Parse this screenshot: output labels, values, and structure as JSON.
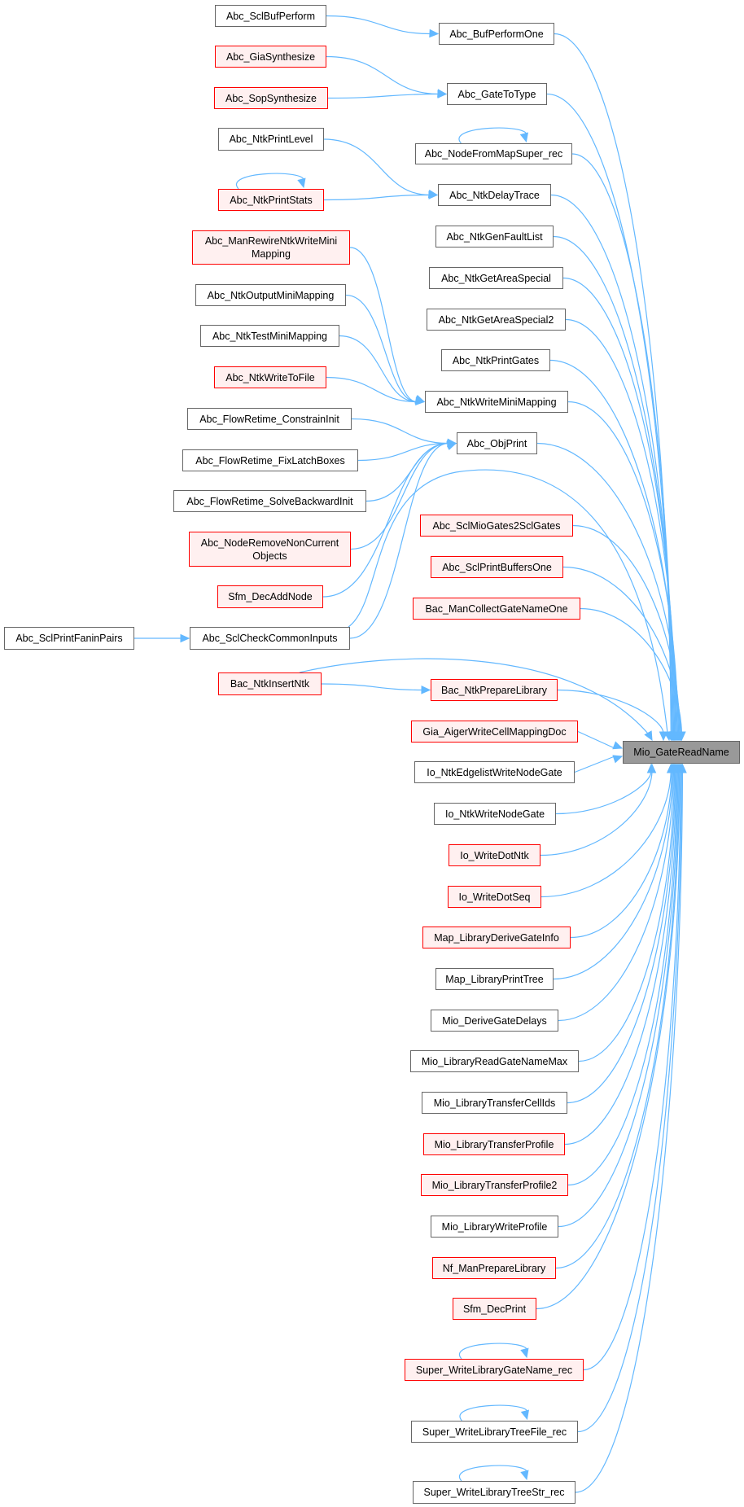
{
  "diagram": {
    "type": "caller-graph",
    "target": "mio_gatereadname",
    "colors": {
      "edge": "#63b8ff",
      "target_fill": "#999999",
      "incomplete_border": "#ff0000",
      "incomplete_fill": "#fff0f0",
      "node_border": "#666666"
    },
    "nodes": [
      {
        "id": "abc_sclbufperform",
        "label": "Abc_SclBufPerform",
        "style": "normal"
      },
      {
        "id": "abc_giasynthesize",
        "label": "Abc_GiaSynthesize",
        "style": "red"
      },
      {
        "id": "abc_sopsynthesize",
        "label": "Abc_SopSynthesize",
        "style": "red"
      },
      {
        "id": "abc_ntkprintlevel",
        "label": "Abc_NtkPrintLevel",
        "style": "normal"
      },
      {
        "id": "abc_ntkprintstats",
        "label": "Abc_NtkPrintStats",
        "style": "red"
      },
      {
        "id": "abc_manrewirentkwriteminimapping",
        "label": "Abc_ManRewireNtkWriteMini\nMapping",
        "style": "red"
      },
      {
        "id": "abc_ntkoutputminimapping",
        "label": "Abc_NtkOutputMiniMapping",
        "style": "normal"
      },
      {
        "id": "abc_ntktestminimapping",
        "label": "Abc_NtkTestMiniMapping",
        "style": "normal"
      },
      {
        "id": "abc_ntkwritetofile",
        "label": "Abc_NtkWriteToFile",
        "style": "red"
      },
      {
        "id": "abc_flowretime_constraininit",
        "label": "Abc_FlowRetime_ConstrainInit",
        "style": "normal"
      },
      {
        "id": "abc_flowretime_fixlatchboxes",
        "label": "Abc_FlowRetime_FixLatchBoxes",
        "style": "normal"
      },
      {
        "id": "abc_flowretime_solvebackwardinit",
        "label": "Abc_FlowRetime_SolveBackwardInit",
        "style": "normal"
      },
      {
        "id": "abc_noderemovenoncurrentobjects",
        "label": "Abc_NodeRemoveNonCurrent\nObjects",
        "style": "red"
      },
      {
        "id": "sfm_decaddnode",
        "label": "Sfm_DecAddNode",
        "style": "red"
      },
      {
        "id": "abc_sclprintfaninpairs",
        "label": "Abc_SclPrintFaninPairs",
        "style": "normal"
      },
      {
        "id": "abc_sclcheckcommoninputs",
        "label": "Abc_SclCheckCommonInputs",
        "style": "normal"
      },
      {
        "id": "bac_ntkinsertntk",
        "label": "Bac_NtkInsertNtk",
        "style": "red"
      },
      {
        "id": "abc_bufperformone",
        "label": "Abc_BufPerformOne",
        "style": "normal"
      },
      {
        "id": "abc_gatetotype",
        "label": "Abc_GateToType",
        "style": "normal"
      },
      {
        "id": "abc_nodefrommapsuper_rec",
        "label": "Abc_NodeFromMapSuper_rec",
        "style": "normal"
      },
      {
        "id": "abc_ntkdelaytrace",
        "label": "Abc_NtkDelayTrace",
        "style": "normal"
      },
      {
        "id": "abc_ntkgenfaultlist",
        "label": "Abc_NtkGenFaultList",
        "style": "normal"
      },
      {
        "id": "abc_ntkgetareaspecial",
        "label": "Abc_NtkGetAreaSpecial",
        "style": "normal"
      },
      {
        "id": "abc_ntkgetareaspecial2",
        "label": "Abc_NtkGetAreaSpecial2",
        "style": "normal"
      },
      {
        "id": "abc_ntkprintgates",
        "label": "Abc_NtkPrintGates",
        "style": "normal"
      },
      {
        "id": "abc_ntkwriteminimapping",
        "label": "Abc_NtkWriteMiniMapping",
        "style": "normal"
      },
      {
        "id": "abc_objprint",
        "label": "Abc_ObjPrint",
        "style": "normal"
      },
      {
        "id": "abc_sclmiogates2sclgates",
        "label": "Abc_SclMioGates2SclGates",
        "style": "red"
      },
      {
        "id": "abc_sclprintbuffersone",
        "label": "Abc_SclPrintBuffersOne",
        "style": "red"
      },
      {
        "id": "bac_mancollectgatenameone",
        "label": "Bac_ManCollectGateNameOne",
        "style": "red"
      },
      {
        "id": "bac_ntkpreparelibrary",
        "label": "Bac_NtkPrepareLibrary",
        "style": "red"
      },
      {
        "id": "gia_aigerwritecellmappingdoc",
        "label": "Gia_AigerWriteCellMappingDoc",
        "style": "red"
      },
      {
        "id": "io_ntkedgelistwritenodegate",
        "label": "Io_NtkEdgelistWriteNodeGate",
        "style": "normal"
      },
      {
        "id": "io_ntkwritenodegate",
        "label": "Io_NtkWriteNodeGate",
        "style": "normal"
      },
      {
        "id": "io_writedotntk",
        "label": "Io_WriteDotNtk",
        "style": "red"
      },
      {
        "id": "io_writedotseq",
        "label": "Io_WriteDotSeq",
        "style": "red"
      },
      {
        "id": "map_libraryderivegateinfo",
        "label": "Map_LibraryDeriveGateInfo",
        "style": "red"
      },
      {
        "id": "map_libraryprinttree",
        "label": "Map_LibraryPrintTree",
        "style": "normal"
      },
      {
        "id": "mio_derivegatedelays",
        "label": "Mio_DeriveGateDelays",
        "style": "normal"
      },
      {
        "id": "mio_libraryreadgatenamemax",
        "label": "Mio_LibraryReadGateNameMax",
        "style": "normal"
      },
      {
        "id": "mio_librarytransfercellids",
        "label": "Mio_LibraryTransferCellIds",
        "style": "normal"
      },
      {
        "id": "mio_librarytransferprofile",
        "label": "Mio_LibraryTransferProfile",
        "style": "red"
      },
      {
        "id": "mio_librarytransferprofile2",
        "label": "Mio_LibraryTransferProfile2",
        "style": "red"
      },
      {
        "id": "mio_librarywriteprofile",
        "label": "Mio_LibraryWriteProfile",
        "style": "normal"
      },
      {
        "id": "nf_manpreparelibrary",
        "label": "Nf_ManPrepareLibrary",
        "style": "red"
      },
      {
        "id": "sfm_decprint",
        "label": "Sfm_DecPrint",
        "style": "red"
      },
      {
        "id": "super_writelibrarygatename_rec",
        "label": "Super_WriteLibraryGateName_rec",
        "style": "red"
      },
      {
        "id": "super_writelibrarytreefile_rec",
        "label": "Super_WriteLibraryTreeFile_rec",
        "style": "normal"
      },
      {
        "id": "super_writelibrarytreestr_rec",
        "label": "Super_WriteLibraryTreeStr_rec",
        "style": "normal"
      },
      {
        "id": "mio_gatereadname",
        "label": "Mio_GateReadName",
        "style": "target"
      }
    ],
    "edges": [
      {
        "from": "abc_sclbufperform",
        "to": "abc_bufperformone"
      },
      {
        "from": "abc_giasynthesize",
        "to": "abc_gatetotype"
      },
      {
        "from": "abc_sopsynthesize",
        "to": "abc_gatetotype"
      },
      {
        "from": "abc_ntkprintlevel",
        "to": "abc_ntkdelaytrace"
      },
      {
        "from": "abc_ntkprintstats",
        "to": "abc_ntkdelaytrace"
      },
      {
        "from": "abc_ntkprintstats",
        "to": "abc_ntkprintstats"
      },
      {
        "from": "abc_nodefrommapsuper_rec",
        "to": "abc_nodefrommapsuper_rec"
      },
      {
        "from": "abc_manrewirentkwriteminimapping",
        "to": "abc_ntkwriteminimapping"
      },
      {
        "from": "abc_ntkoutputminimapping",
        "to": "abc_ntkwriteminimapping"
      },
      {
        "from": "abc_ntktestminimapping",
        "to": "abc_ntkwriteminimapping"
      },
      {
        "from": "abc_ntkwritetofile",
        "to": "abc_ntkwriteminimapping"
      },
      {
        "from": "abc_flowretime_constraininit",
        "to": "abc_objprint"
      },
      {
        "from": "abc_flowretime_fixlatchboxes",
        "to": "abc_objprint"
      },
      {
        "from": "abc_flowretime_solvebackwardinit",
        "to": "abc_objprint"
      },
      {
        "from": "abc_noderemovenoncurrentobjects",
        "to": "abc_objprint"
      },
      {
        "from": "sfm_decaddnode",
        "to": "abc_objprint"
      },
      {
        "from": "abc_sclcheckcommoninputs",
        "to": "abc_objprint"
      },
      {
        "from": "abc_sclprintfaninpairs",
        "to": "abc_sclcheckcommoninputs"
      },
      {
        "from": "bac_ntkinsertntk",
        "to": "bac_ntkpreparelibrary"
      },
      {
        "from": "abc_sclcheckcommoninputs",
        "to": "mio_gatereadname"
      },
      {
        "from": "bac_ntkinsertntk",
        "to": "mio_gatereadname"
      },
      {
        "from": "abc_bufperformone",
        "to": "mio_gatereadname"
      },
      {
        "from": "abc_gatetotype",
        "to": "mio_gatereadname"
      },
      {
        "from": "abc_nodefrommapsuper_rec",
        "to": "mio_gatereadname"
      },
      {
        "from": "abc_ntkdelaytrace",
        "to": "mio_gatereadname"
      },
      {
        "from": "abc_ntkgenfaultlist",
        "to": "mio_gatereadname"
      },
      {
        "from": "abc_ntkgetareaspecial",
        "to": "mio_gatereadname"
      },
      {
        "from": "abc_ntkgetareaspecial2",
        "to": "mio_gatereadname"
      },
      {
        "from": "abc_ntkprintgates",
        "to": "mio_gatereadname"
      },
      {
        "from": "abc_ntkwriteminimapping",
        "to": "mio_gatereadname"
      },
      {
        "from": "abc_objprint",
        "to": "mio_gatereadname"
      },
      {
        "from": "abc_sclmiogates2sclgates",
        "to": "mio_gatereadname"
      },
      {
        "from": "abc_sclprintbuffersone",
        "to": "mio_gatereadname"
      },
      {
        "from": "bac_mancollectgatenameone",
        "to": "mio_gatereadname"
      },
      {
        "from": "bac_ntkpreparelibrary",
        "to": "mio_gatereadname"
      },
      {
        "from": "gia_aigerwritecellmappingdoc",
        "to": "mio_gatereadname"
      },
      {
        "from": "io_ntkedgelistwritenodegate",
        "to": "mio_gatereadname"
      },
      {
        "from": "io_ntkwritenodegate",
        "to": "mio_gatereadname"
      },
      {
        "from": "io_writedotntk",
        "to": "mio_gatereadname"
      },
      {
        "from": "io_writedotseq",
        "to": "mio_gatereadname"
      },
      {
        "from": "map_libraryderivegateinfo",
        "to": "mio_gatereadname"
      },
      {
        "from": "map_libraryprinttree",
        "to": "mio_gatereadname"
      },
      {
        "from": "mio_derivegatedelays",
        "to": "mio_gatereadname"
      },
      {
        "from": "mio_libraryreadgatenamemax",
        "to": "mio_gatereadname"
      },
      {
        "from": "mio_librarytransfercellids",
        "to": "mio_gatereadname"
      },
      {
        "from": "mio_librarytransferprofile",
        "to": "mio_gatereadname"
      },
      {
        "from": "mio_librarytransferprofile2",
        "to": "mio_gatereadname"
      },
      {
        "from": "mio_librarywriteprofile",
        "to": "mio_gatereadname"
      },
      {
        "from": "nf_manpreparelibrary",
        "to": "mio_gatereadname"
      },
      {
        "from": "sfm_decprint",
        "to": "mio_gatereadname"
      },
      {
        "from": "super_writelibrarygatename_rec",
        "to": "mio_gatereadname"
      },
      {
        "from": "super_writelibrarygatename_rec",
        "to": "super_writelibrarygatename_rec"
      },
      {
        "from": "super_writelibrarytreefile_rec",
        "to": "mio_gatereadname"
      },
      {
        "from": "super_writelibrarytreefile_rec",
        "to": "super_writelibrarytreefile_rec"
      },
      {
        "from": "super_writelibrarytreestr_rec",
        "to": "mio_gatereadname"
      },
      {
        "from": "super_writelibrarytreestr_rec",
        "to": "super_writelibrarytreestr_rec"
      }
    ]
  }
}
